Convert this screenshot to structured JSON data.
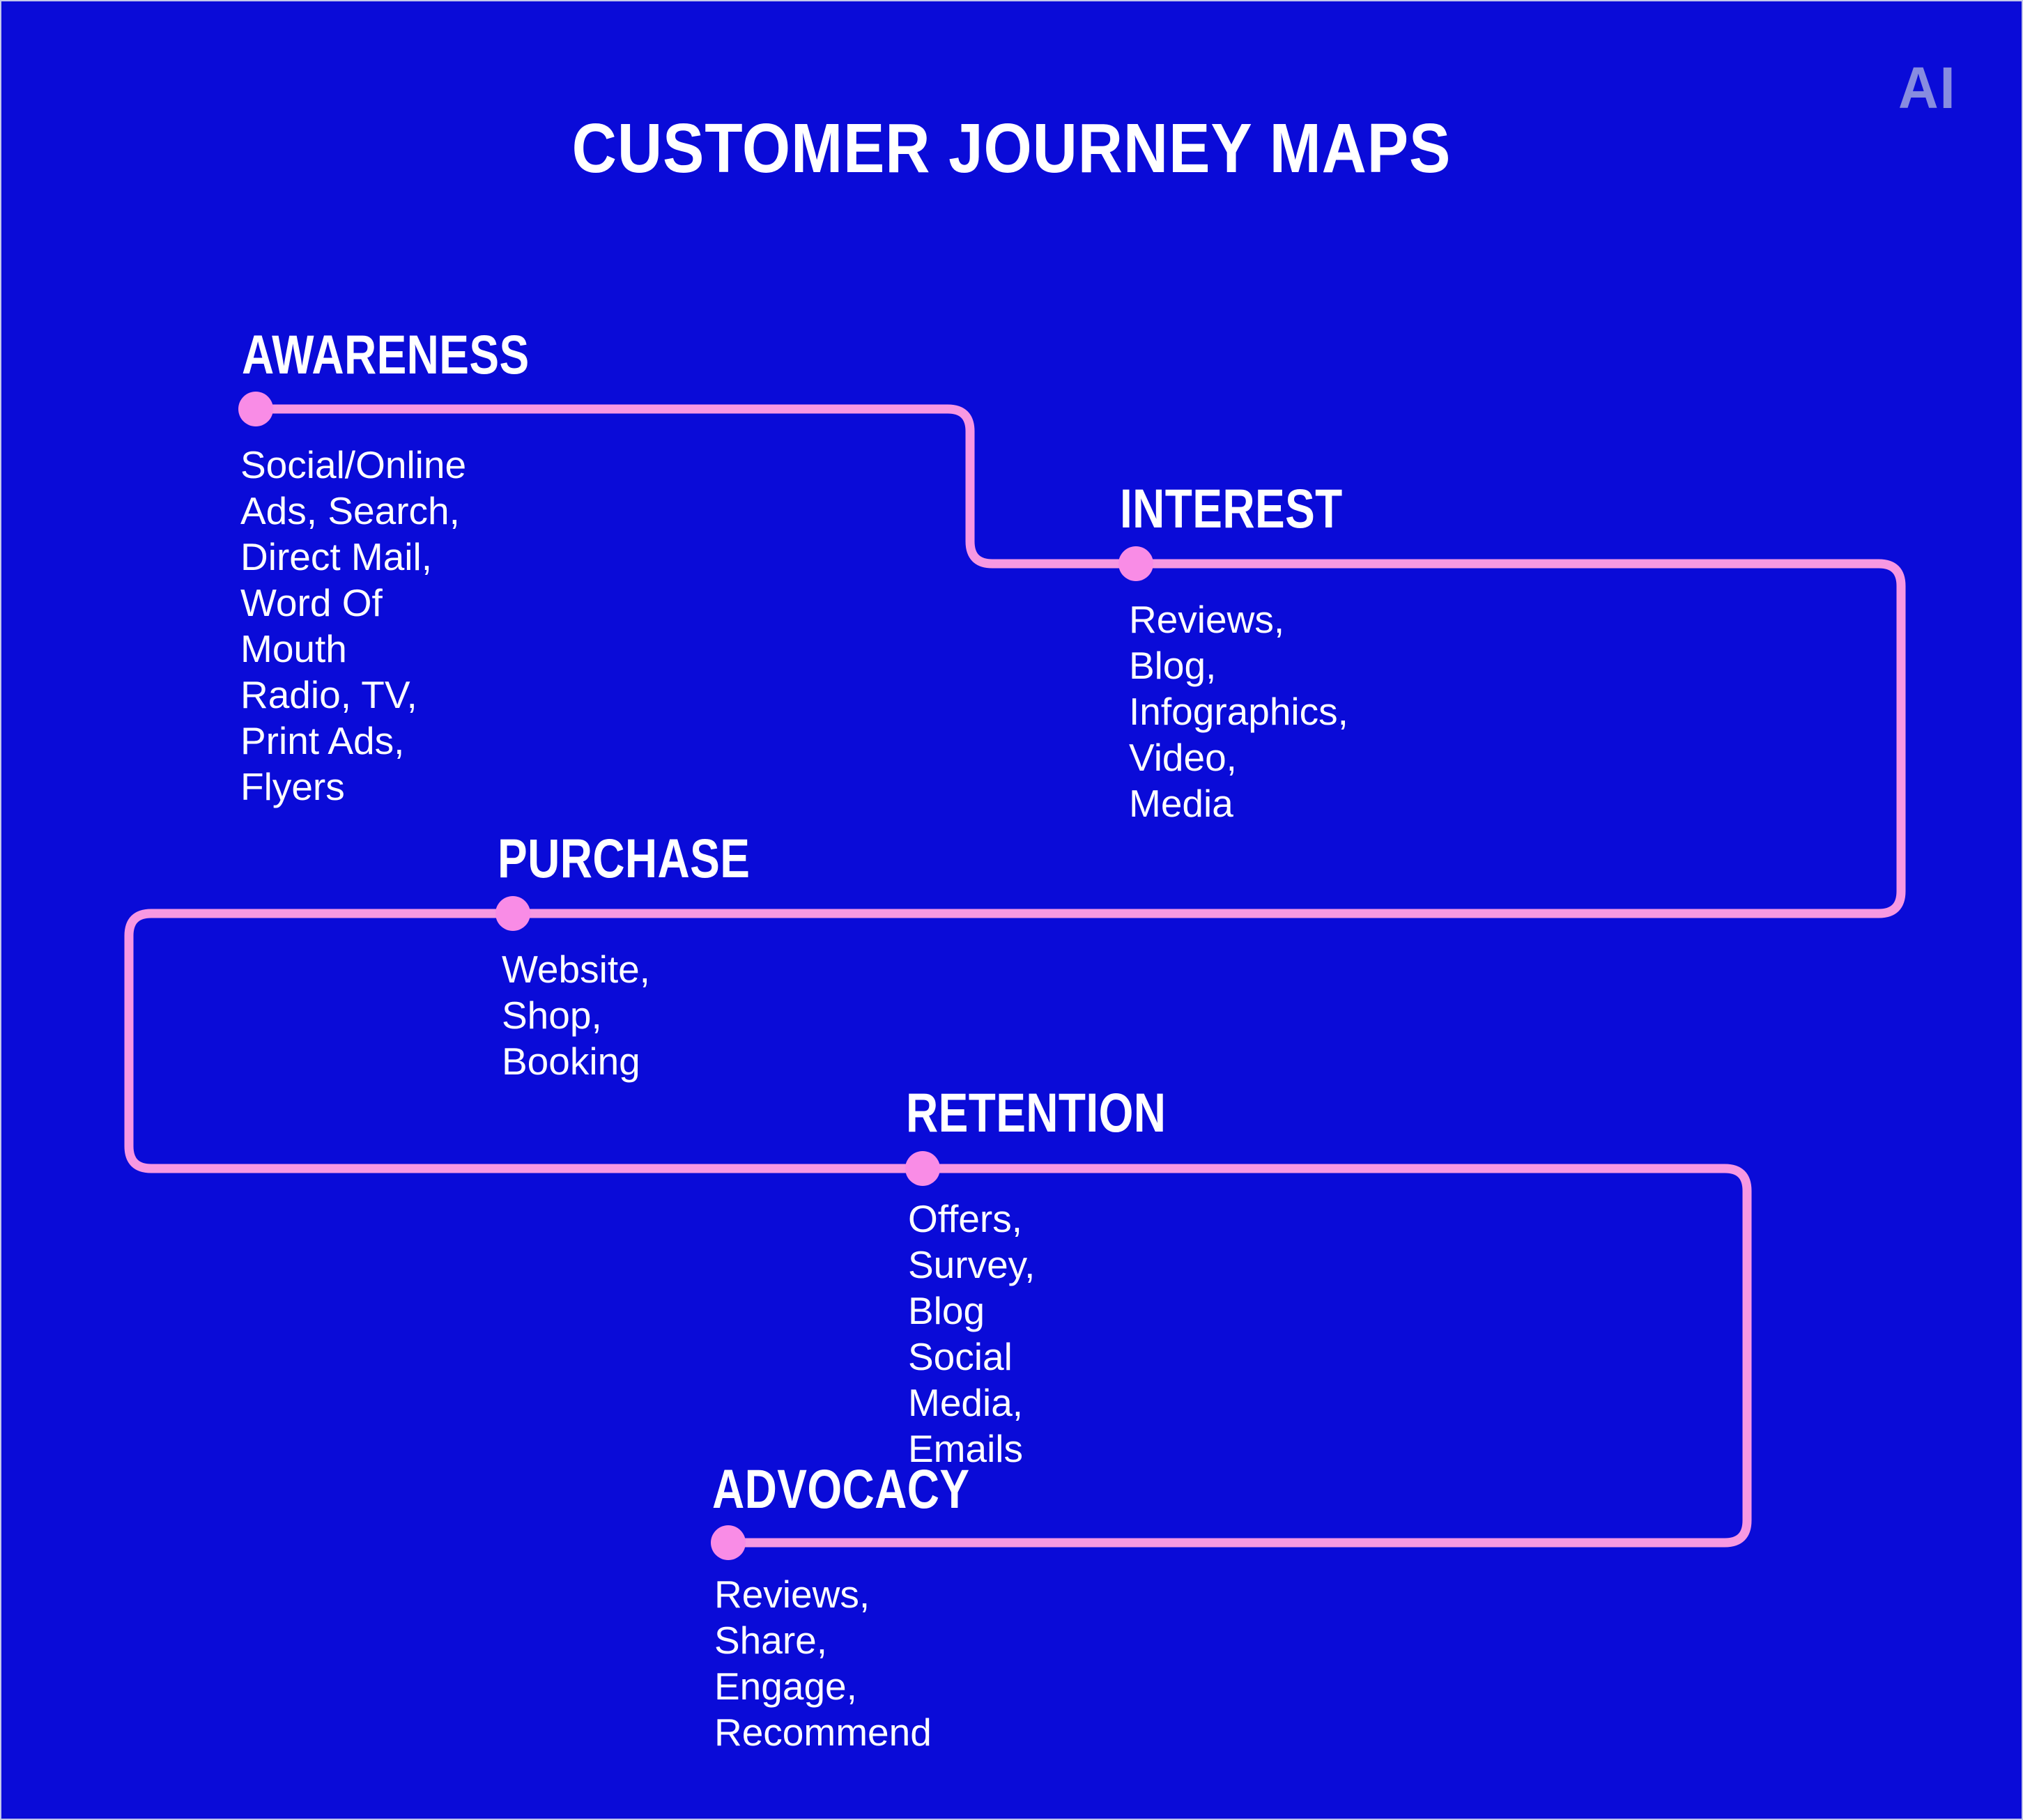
{
  "header": {
    "title": "CUSTOMER JOURNEY MAPS",
    "logo": "AI"
  },
  "colors": {
    "background": "#0A0BD8",
    "line_pink": "#F798E2",
    "dot_pink": "#F98CE6",
    "text": "#FFFFFF",
    "logo": "#878CE0"
  },
  "stages": [
    {
      "label": "AWARENESS",
      "channels": "Social/Online Ads, Search,\nDirect Mail, Word Of Mouth\nRadio, TV, Print Ads, Flyers"
    },
    {
      "label": "INTEREST",
      "channels": "Reviews, Blog,\nInfographics, Video,\nMedia"
    },
    {
      "label": "PURCHASE",
      "channels": "Website, Shop,\nBooking"
    },
    {
      "label": "RETENTION",
      "channels": "Offers, Survey, Blog\nSocial Media, Emails"
    },
    {
      "label": "ADVOCACY",
      "channels": "Reviews, Share,\nEngage, Recommend"
    }
  ]
}
